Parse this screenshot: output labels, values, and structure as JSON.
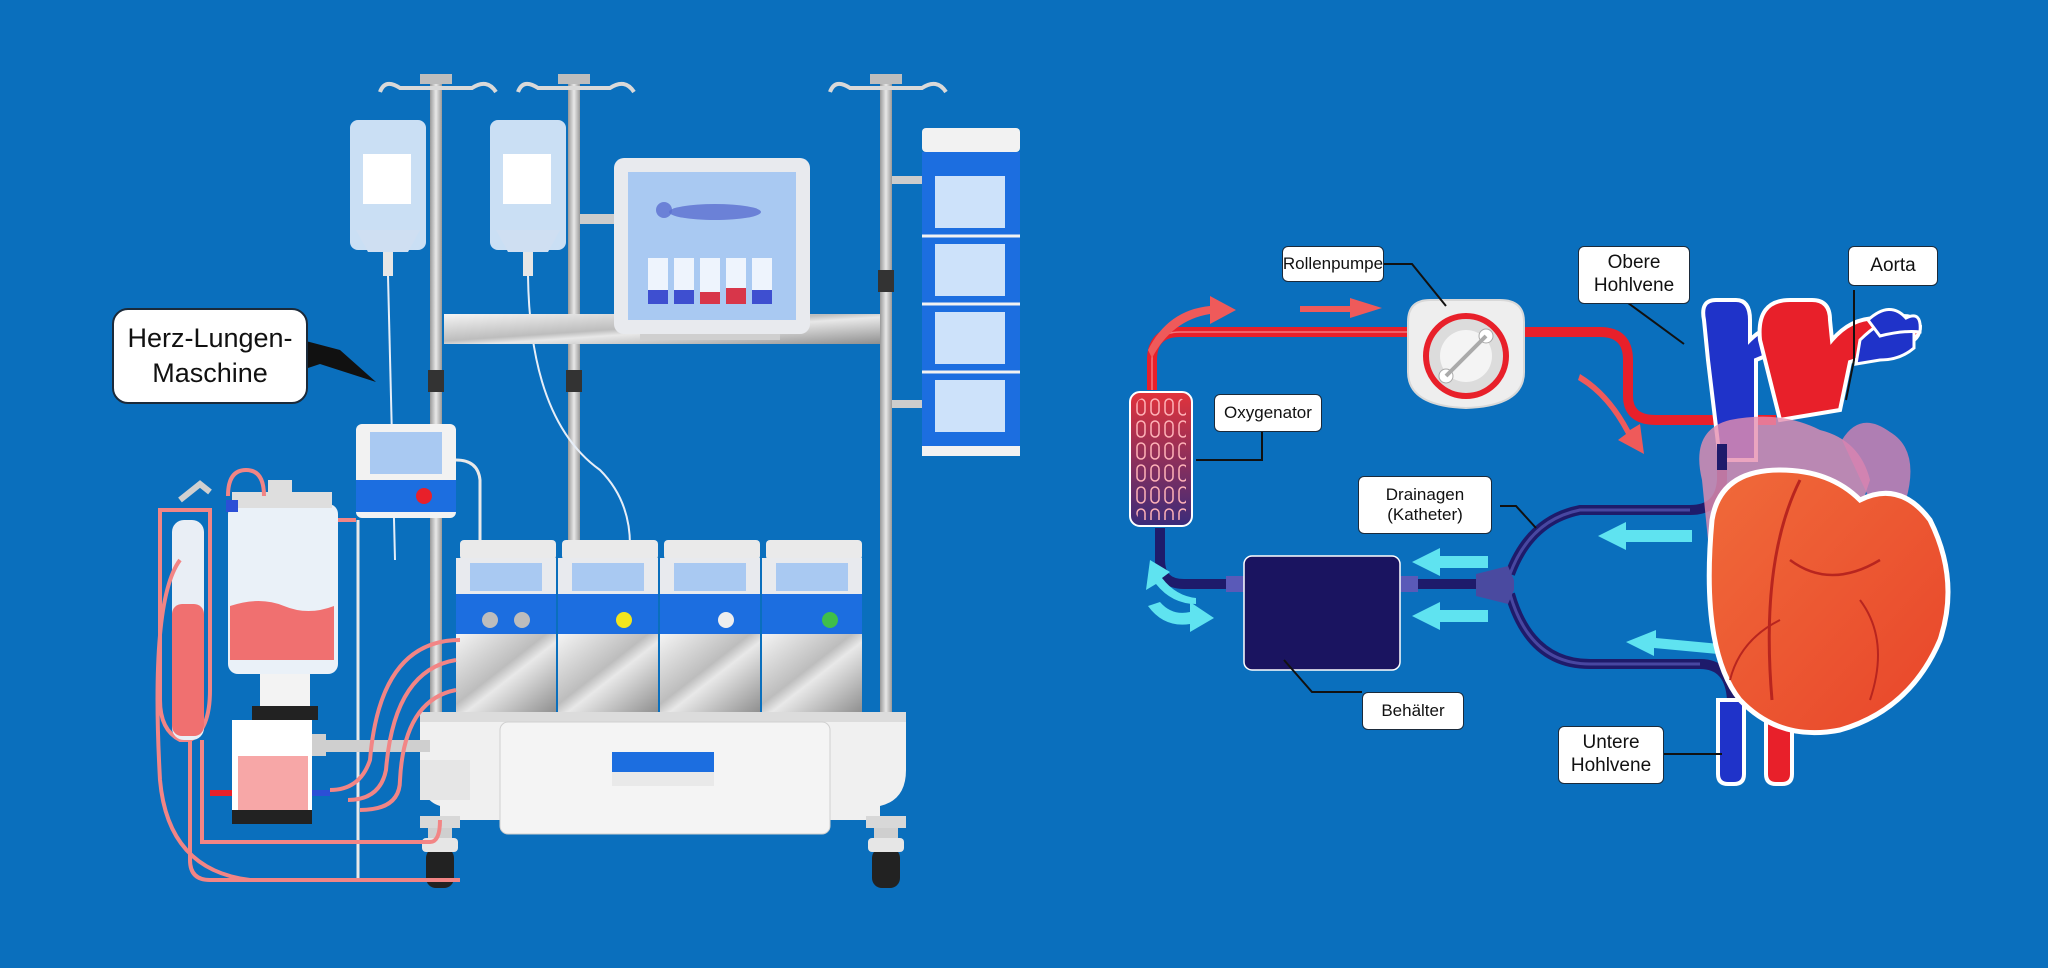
{
  "colors": {
    "background": "#0a6fbd",
    "arterial_red": "#e8202a",
    "venous_blue": "#1f33c9",
    "drain_navy": "#1e1b6b",
    "flow_arrow_cyan": "#5fe3f0",
    "flow_arrow_red": "#ef5a5a",
    "blood_pink": "#f28585"
  },
  "machine": {
    "title": "Herz-Lungen-\nMaschine"
  },
  "circuit": {
    "labels": {
      "roller_pump": "Rollenpumpe",
      "oxygenator": "Oxygenator",
      "drainage": "Drainagen\n(Katheter)",
      "reservoir": "Behälter",
      "superior_vena_cava": "Obere\nHohlvene",
      "aorta": "Aorta",
      "inferior_vena_cava": "Untere\nHohlvene"
    }
  },
  "icons": [
    "iv-bag-icon",
    "monitor-icon",
    "patient-silhouette-icon",
    "roller-pump-icon",
    "heart-icon",
    "reservoir-icon",
    "oxygenator-icon"
  ]
}
